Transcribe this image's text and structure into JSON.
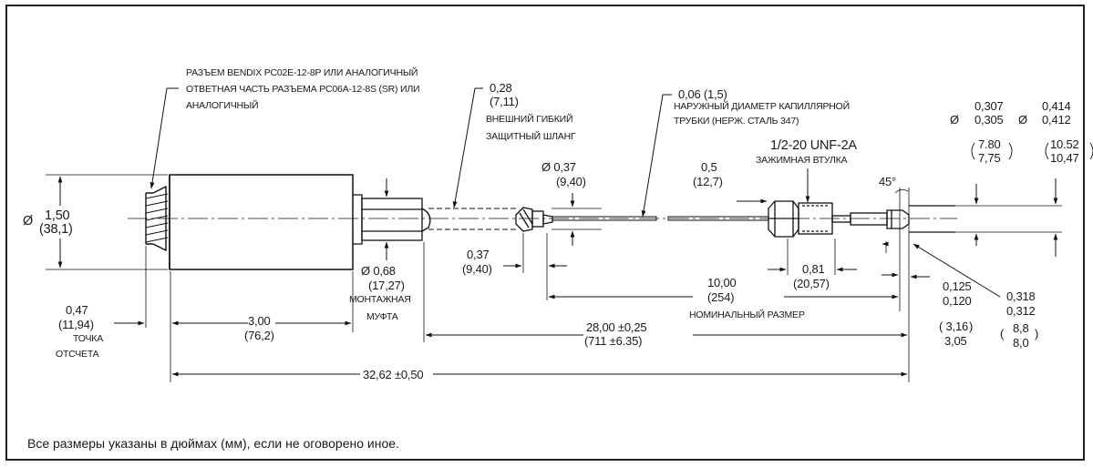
{
  "labels": {
    "connector_1": "РАЗЪЕМ BENDIX PC02E-12-8P ИЛИ АНАЛОГИЧНЫЙ",
    "connector_2": "ОТВЕТНАЯ ЧАСТЬ РАЗЪЕМА PC06A-12-8S (SR) ИЛИ",
    "connector_3": "АНАЛОГИЧНЫЙ",
    "hose_in": "0,28",
    "hose_mm": "(7,11)",
    "hose_1": "ВНЕШНИЙ ГИБКИЙ",
    "hose_2": "ЗАЩИТНЫЙ ШЛАНГ",
    "cap_in": "0,06 (1,5)",
    "cap_1": "НАРУЖНЫЙ ДИАМЕТР КАПИЛЛЯРНОЙ",
    "cap_2": "ТРУБКИ (НЕРЖ. СТАЛЬ 347)",
    "thread": "1/2-20 UNF-2A",
    "ferrule": "ЗАЖИМНАЯ ВТУЛКА",
    "fit_dia": "Ø  0,37",
    "fit_dia_mm": "(9,40)",
    "d_05": "0,5",
    "d_05_mm": "(12,7)",
    "angle": "45°",
    "dtip_a_sym": "Ø",
    "dtip_a1": "0,307",
    "dtip_a2": "0,305",
    "dtip_a3": "7.80",
    "dtip_a4": "7,75",
    "dtip_b_sym": "Ø",
    "dtip_b1": "0,414",
    "dtip_b2": "0,412",
    "dtip_b3": "10.52",
    "dtip_b4": "10,47",
    "body_dia": "Ø",
    "body_dia_in": "1,50",
    "body_dia_mm": "(38,1)",
    "fit_len": "0,37",
    "fit_len_mm": "(9,40)",
    "fitting_dia": "Ø 0,68",
    "fitting_dia_mm": "(17,27)",
    "fitting_1": "МОНТАЖНАЯ",
    "fitting_2": "МУФТА",
    "ref_in": "0,47",
    "ref_mm": "(11,94)",
    "ref_1": "ТОЧКА",
    "ref_2": "ОТСЧЕТА",
    "body_len": "3,00",
    "body_len_mm": "(76,2)",
    "nom_len": "10,00",
    "nom_len_mm": "(254)",
    "nom_label": "НОМИНАЛЬНЫЙ РАЗМЕР",
    "ferrule_len": "0,81",
    "ferrule_len_mm": "(20,57)",
    "len_28": "28,00 ±0,25",
    "len_28_mm": "(711 ±6.35)",
    "len_32": "32,62 ±0,50",
    "tip_a1": "0,125",
    "tip_a2": "0,120",
    "tip_a3": "( 3,16",
    "tip_a4": "3,05",
    "tip_b1": "0,318",
    "tip_b2": "0,312",
    "tip_b3": "8,8",
    "tip_b4": "8,0"
  },
  "footnote": "Все размеры указаны в дюймах (мм), если не оговорено иное."
}
